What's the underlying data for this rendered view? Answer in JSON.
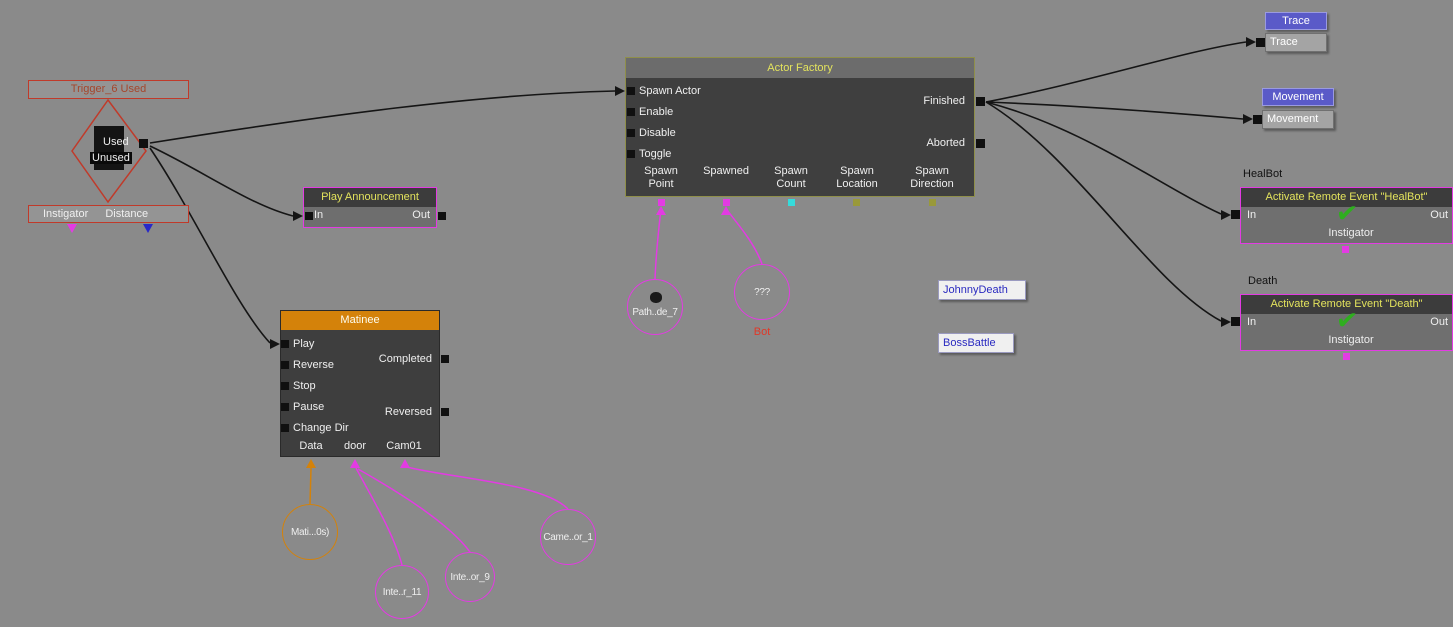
{
  "colors": {
    "canvas": "#8a8a8a",
    "wire_black": "#151515",
    "wire_magenta": "#e33be3",
    "wire_orange": "#d4820a",
    "connector_cyan": "#35dbdb",
    "connector_olive": "#99993a",
    "title_yellow": "#e3e35d",
    "matinee_header_orange": "#d4820a",
    "trigger_border_red": "#c03a2a",
    "magenta_border": "#e33be3",
    "blue_label_bg": "#5a5ac8",
    "ref_text_blue": "#2a2ac0",
    "check_green": "#2fae1f",
    "bot_label_red": "#e03828",
    "distance_arrow_blue": "#2828c8"
  },
  "icons": {
    "check": "✔"
  },
  "trigger": {
    "title": "Trigger_6 Used",
    "used": "Used",
    "unused": "Unused",
    "instigator": "Instigator",
    "distance": "Distance"
  },
  "play_announcement": {
    "title": "Play Announcement",
    "in": "In",
    "out": "Out"
  },
  "matinee": {
    "title": "Matinee",
    "inputs": [
      "Play",
      "Reverse",
      "Stop",
      "Pause",
      "Change Dir"
    ],
    "outputs": [
      "Completed",
      "Reversed"
    ],
    "bottom": [
      "Data",
      "door",
      "Cam01"
    ]
  },
  "actor_factory": {
    "title": "Actor Factory",
    "inputs": [
      "Spawn Actor",
      "Enable",
      "Disable",
      "Toggle"
    ],
    "outputs": [
      "Finished",
      "Aborted"
    ],
    "bottom": [
      {
        "line1": "Spawn",
        "line2": "Point"
      },
      {
        "line1": "Spawned",
        "line2": ""
      },
      {
        "line1": "Spawn",
        "line2": "Count"
      },
      {
        "line1": "Spawn",
        "line2": "Location"
      },
      {
        "line1": "Spawn",
        "line2": "Direction"
      }
    ]
  },
  "trace": {
    "label": "Trace",
    "box": "Trace"
  },
  "movement": {
    "label": "Movement",
    "box": "Movement"
  },
  "healbot": {
    "name": "HealBot",
    "title": "Activate Remote Event \"HealBot\"",
    "in": "In",
    "out": "Out",
    "instigator": "Instigator"
  },
  "death": {
    "name": "Death",
    "title": "Activate Remote Event \"Death\"",
    "in": "In",
    "out": "Out",
    "instigator": "Instigator"
  },
  "refs": {
    "johnnydeath": "JohnnyDeath",
    "bossbattle": "BossBattle"
  },
  "variables": {
    "pathnode": "Path..de_7",
    "bot_q": "???",
    "bot_label": "Bot",
    "matinee_data": "Mati...0s)",
    "interp11": "Inte..r_11",
    "interp9": "Inte..or_9",
    "camera1": "Came..or_1"
  }
}
